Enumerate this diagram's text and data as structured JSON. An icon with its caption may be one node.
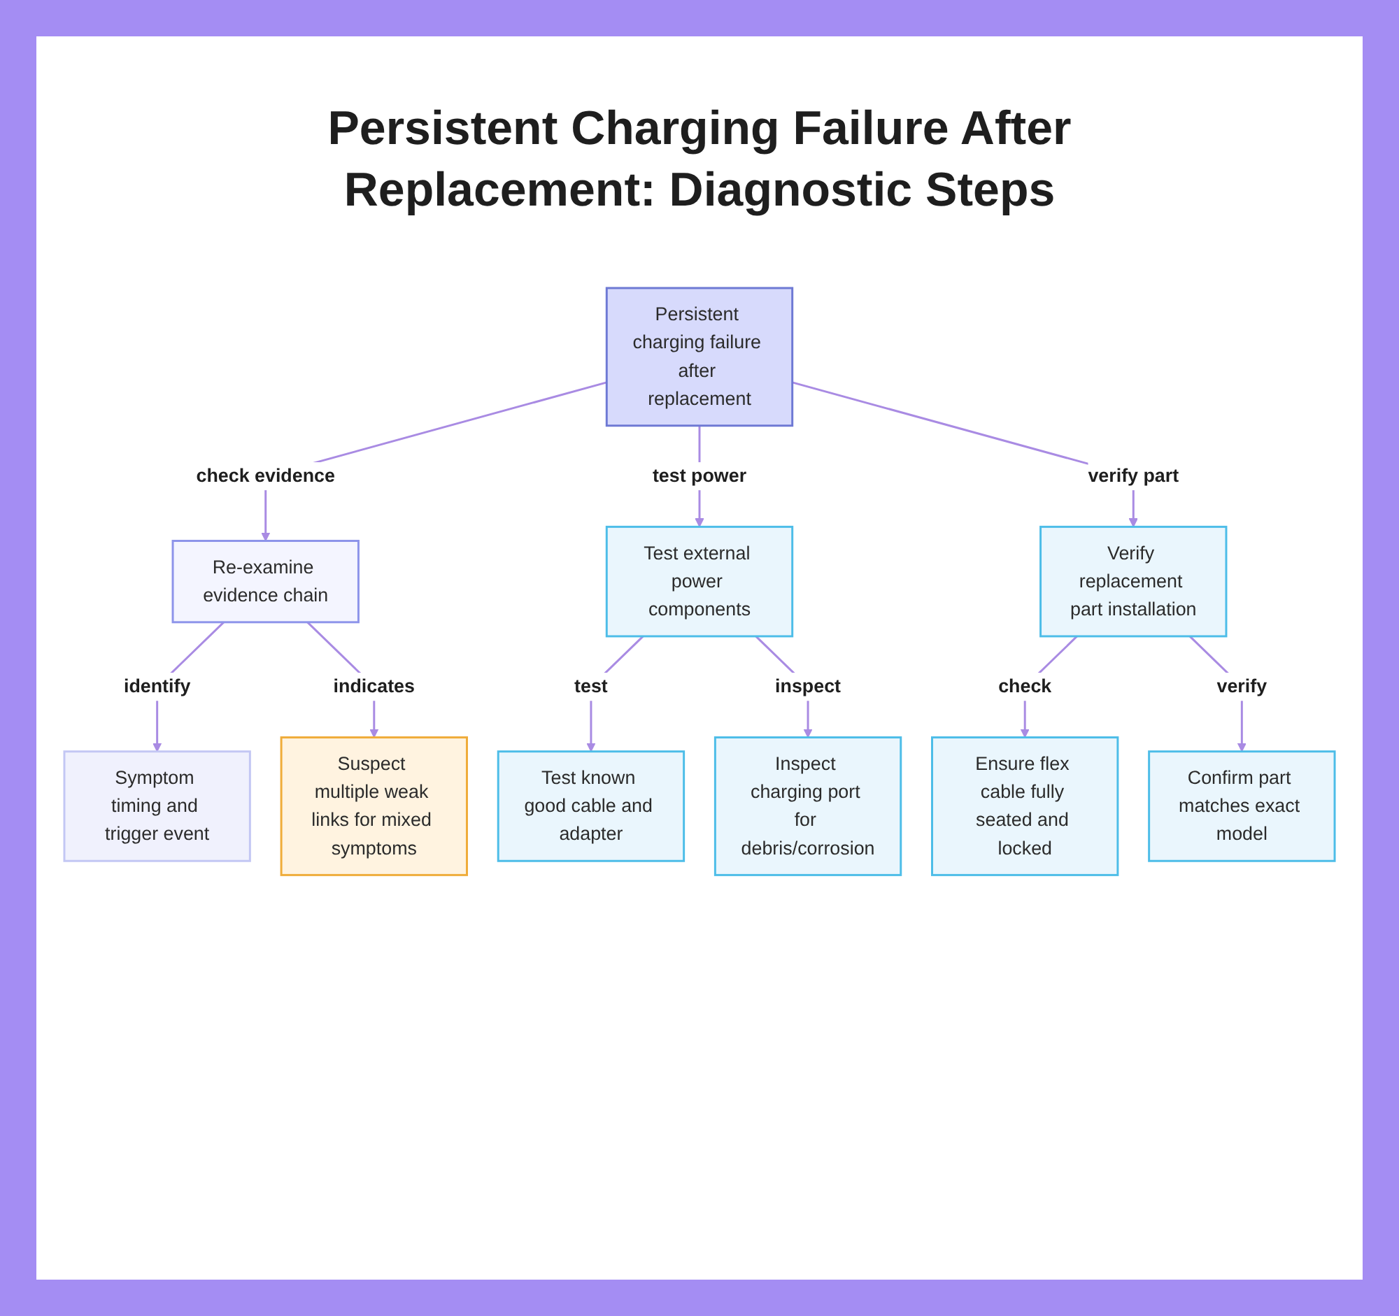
{
  "diagram": {
    "title": "Persistent Charging Failure After Replacement: Diagnostic Steps",
    "nodes": [
      {
        "text": [
          "Persistent charging failure after replacement"
        ]
      },
      {
        "text": [
          "Re-examine evidence chain"
        ]
      },
      {
        "text": [
          "Test external power components"
        ]
      },
      {
        "text": [
          "Verify replacement part installation"
        ]
      },
      {
        "text": [
          "Symptom timing and trigger event"
        ]
      },
      {
        "text": [
          "Suspect multiple weak links for mixed symptoms"
        ]
      },
      {
        "text": [
          "Test known good cable and adapter"
        ]
      },
      {
        "text": [
          "Inspect charging port for debris/corrosion"
        ]
      },
      {
        "text": [
          "Ensure flex cable fully seated and locked"
        ]
      },
      {
        "text": [
          "Confirm part matches exact model"
        ]
      }
    ],
    "edges": [
      {
        "from": 0,
        "to": 1,
        "arrow": "to",
        "label": "check evidence"
      },
      {
        "from": 0,
        "to": 2,
        "arrow": "to",
        "label": "test power"
      },
      {
        "from": 0,
        "to": 3,
        "arrow": "to",
        "label": "verify part"
      },
      {
        "from": 1,
        "to": 4,
        "arrow": "to",
        "label": "identify"
      },
      {
        "from": 1,
        "to": 5,
        "arrow": "to",
        "label": "indicates"
      },
      {
        "from": 2,
        "to": 6,
        "arrow": "to",
        "label": "test"
      },
      {
        "from": 2,
        "to": 7,
        "arrow": "to",
        "label": "inspect"
      },
      {
        "from": 3,
        "to": 8,
        "arrow": "to",
        "label": "check"
      },
      {
        "from": 3,
        "to": 9,
        "arrow": "to",
        "label": "verify"
      }
    ]
  }
}
